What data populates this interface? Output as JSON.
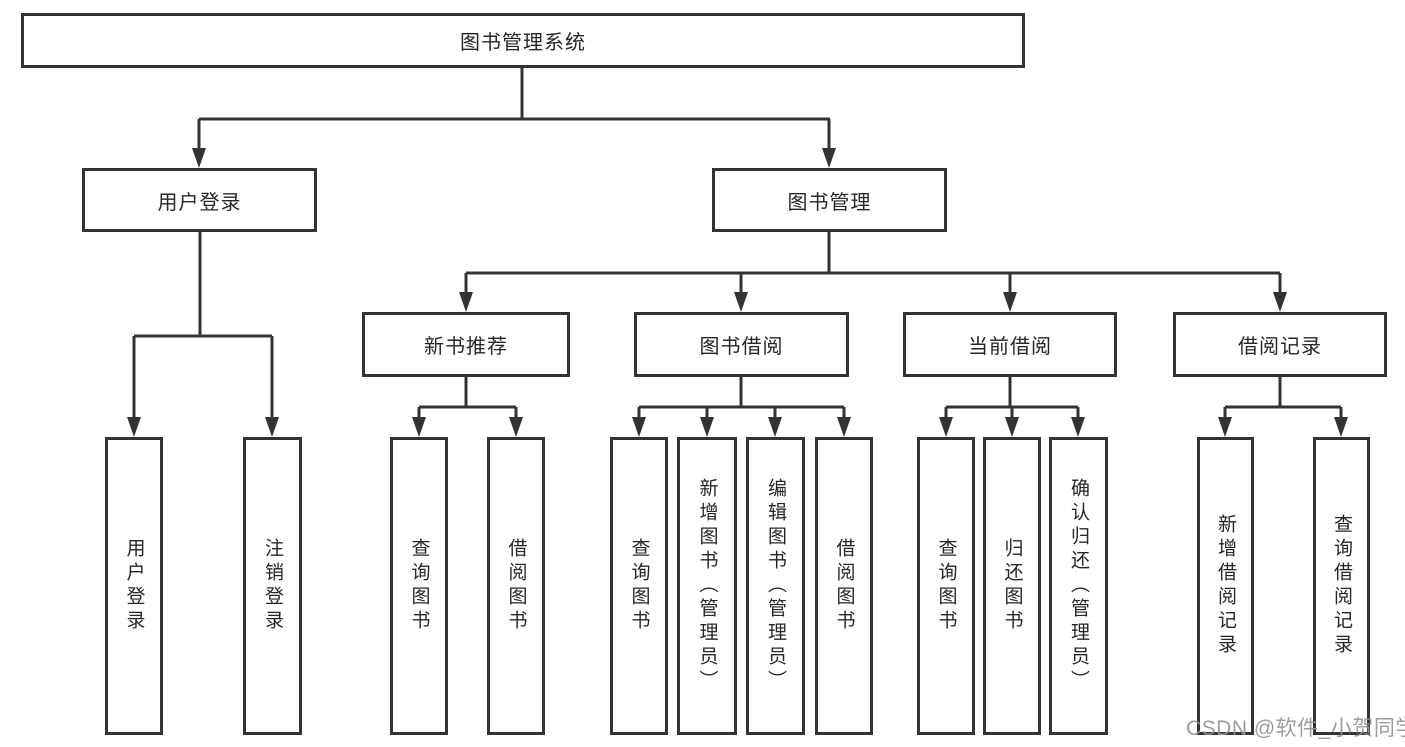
{
  "diagram": {
    "title_note": "functional decomposition tree",
    "root": {
      "label": "图书管理系统"
    },
    "branches": [
      {
        "label": "用户登录",
        "children": [
          {
            "label": "用户登录"
          },
          {
            "label": "注销登录"
          }
        ]
      },
      {
        "label": "图书管理",
        "children": [
          {
            "label": "新书推荐",
            "children": [
              {
                "label": "查询图书"
              },
              {
                "label": "借阅图书"
              }
            ]
          },
          {
            "label": "图书借阅",
            "children": [
              {
                "label": "查询图书"
              },
              {
                "label": "新增图书（管理员）"
              },
              {
                "label": "编辑图书（管理员）"
              },
              {
                "label": "借阅图书"
              }
            ]
          },
          {
            "label": "当前借阅",
            "children": [
              {
                "label": "查询图书"
              },
              {
                "label": "归还图书"
              },
              {
                "label": "确认归还（管理员）"
              }
            ]
          },
          {
            "label": "借阅记录",
            "children": [
              {
                "label": "新增借阅记录"
              },
              {
                "label": "查询借阅记录"
              }
            ]
          }
        ]
      }
    ],
    "watermark": "CSDN @软件_小贺同学",
    "colors": {
      "line": "#333333",
      "box_border": "#333333",
      "box_background": "#ffffff",
      "text": "#262626",
      "watermark": "#949494"
    }
  }
}
